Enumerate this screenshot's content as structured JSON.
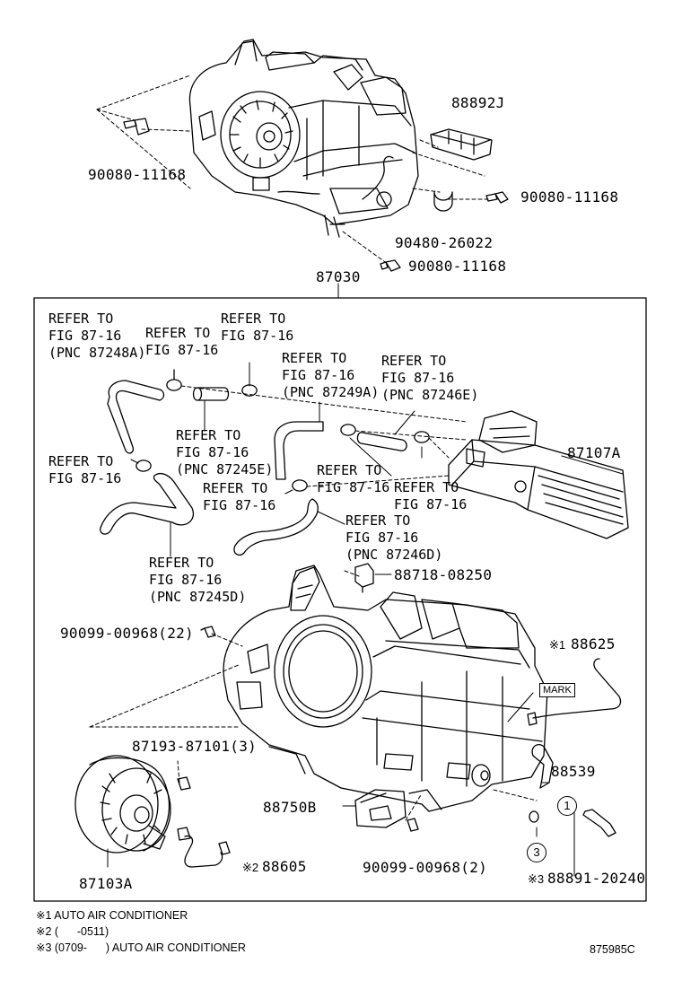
{
  "figure_code": "875985C",
  "assembly_number": "87030",
  "labels": {
    "bolt_left": "90080-11168",
    "bolt_right": "90080-11168",
    "bolt_bottom": "90080-11168",
    "damper": "88892J",
    "grommet": "90480-26022",
    "evaporator": "87107A",
    "bracket": "88718-08250",
    "screw_22": "90099-00968(22)",
    "sensor_88625": "88625",
    "hose_88539": "88539",
    "screw_87193": "87193-87101(3)",
    "resistor": "88750B",
    "screw_2": "90099-00968(2)",
    "blower_motor": "87103A",
    "harness_88605": "88605",
    "sensor_88891": "88891-20240",
    "mark": "MARK",
    "callout_1": "1",
    "callout_3": "3",
    "note_mark_1": "※1",
    "note_mark_2": "※2",
    "note_mark_3": "※3"
  },
  "refs": {
    "r1": "REFER TO\nFIG 87-16\n(PNC 87248A)",
    "r2": "REFER TO\nFIG 87-16",
    "r3": "REFER TO\nFIG 87-16",
    "r4": "REFER TO\nFIG 87-16\n(PNC 87249A)",
    "r5": "REFER TO\nFIG 87-16\n(PNC 87246E)",
    "r6": "REFER TO\nFIG 87-16\n(PNC 87245E)",
    "r7": "REFER TO\nFIG 87-16",
    "r8": "REFER TO\nFIG 87-16",
    "r9": "REFER TO\nFIG 87-16",
    "r10": "REFER TO\nFIG 87-16",
    "r11": "REFER TO\nFIG 87-16\n(PNC 87246D)",
    "r12": "REFER TO\nFIG 87-16\n(PNC 87245D)"
  },
  "notes": [
    "※1 AUTO AIR CONDITIONER",
    "※2 (      -0511)",
    "※3 (0709-      ) AUTO AIR CONDITIONER"
  ]
}
